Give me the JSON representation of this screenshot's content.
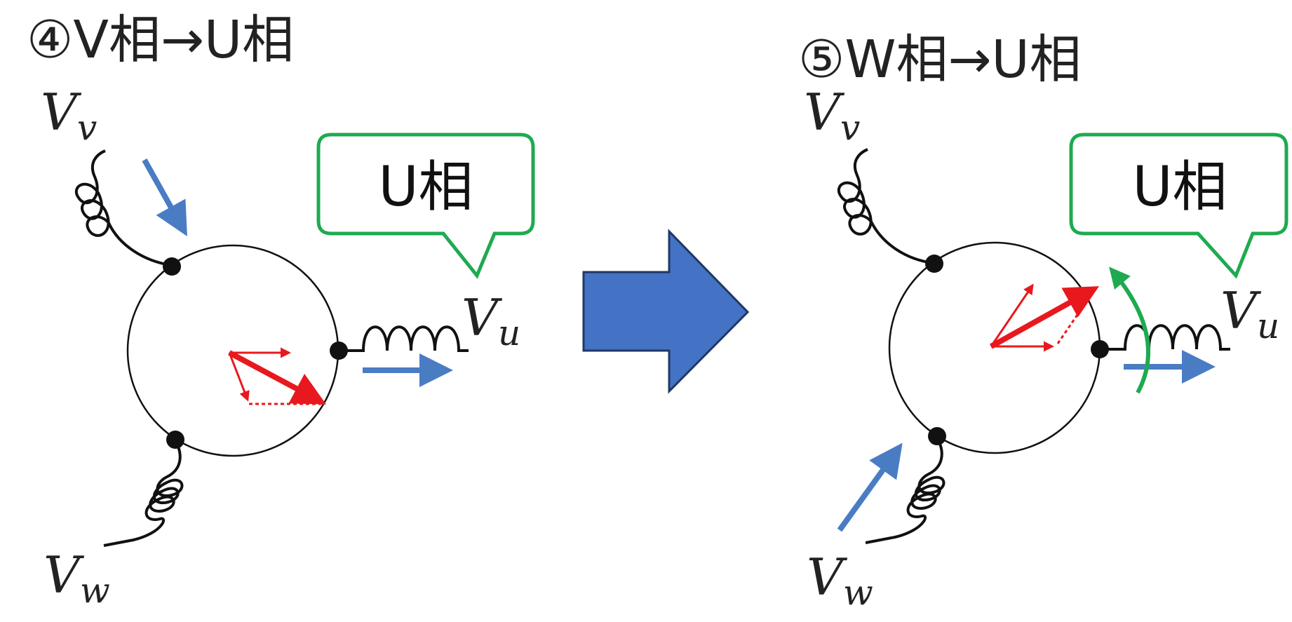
{
  "panel4": {
    "title": "④V相→U相",
    "callout": "U相",
    "labels": {
      "vv": {
        "base": "V",
        "sub": "v"
      },
      "vu": {
        "base": "V",
        "sub": "u"
      },
      "vw": {
        "base": "V",
        "sub": "w"
      }
    }
  },
  "panel5": {
    "title": "⑤W相→U相",
    "callout": "U相",
    "labels": {
      "vv": {
        "base": "V",
        "sub": "v"
      },
      "vu": {
        "base": "V",
        "sub": "u"
      },
      "vw": {
        "base": "V",
        "sub": "w"
      }
    }
  },
  "colors": {
    "current_arrow": "#4A7CC4",
    "vector_arrow": "#E8191E",
    "callout_border": "#1EAA50",
    "rotation_arrow": "#1EAA50",
    "transition_arrow": "#4472C4",
    "transition_border": "#1F3864"
  }
}
